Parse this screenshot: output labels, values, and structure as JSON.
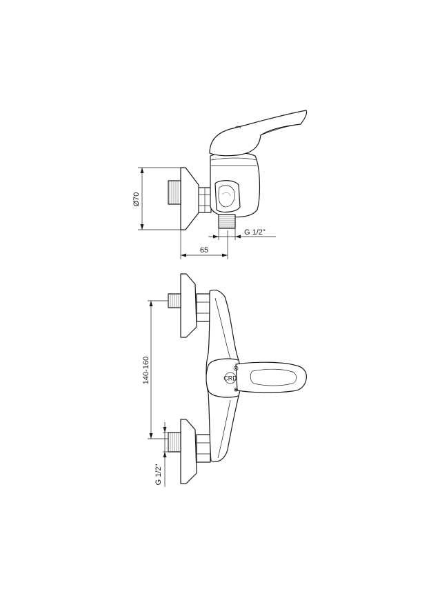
{
  "dimensions": {
    "diameter_label": "Ø70",
    "depth_label": "65",
    "thread_side_label": "G 1/2\"",
    "spacing_label": "140-160",
    "thread_front_label": "G 1/2\""
  },
  "logo_text": "CRD",
  "icons": [
    "hot-water-icon",
    "cold-water-icon"
  ]
}
